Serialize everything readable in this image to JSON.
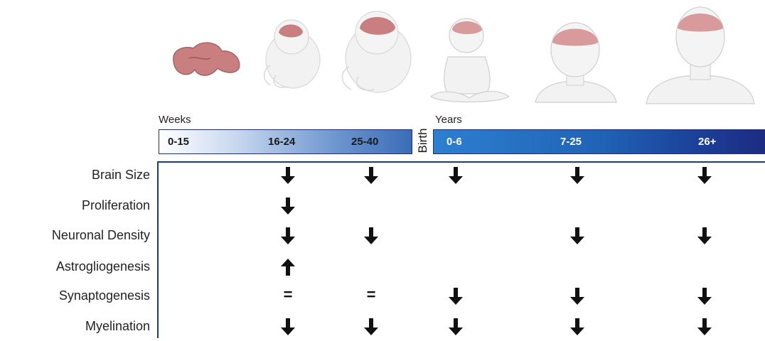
{
  "periods": {
    "weeks": "Weeks",
    "years": "Years"
  },
  "birth_label": "Birth",
  "stages_weeks": [
    "0-15",
    "16-24",
    "25-40"
  ],
  "stages_years": [
    "0-6",
    "7-25",
    "26+"
  ],
  "rows": [
    {
      "label": "Brain Size",
      "marks": [
        "",
        "down",
        "down",
        "down",
        "down",
        "down"
      ]
    },
    {
      "label": "Proliferation",
      "marks": [
        "",
        "down",
        "",
        "",
        "",
        ""
      ]
    },
    {
      "label": "Neuronal Density",
      "marks": [
        "",
        "down",
        "down",
        "",
        "down",
        "down"
      ]
    },
    {
      "label": "Astrogliogenesis",
      "marks": [
        "",
        "up",
        "",
        "",
        "",
        ""
      ]
    },
    {
      "label": "Synaptogenesis",
      "marks": [
        "",
        "equal",
        "equal",
        "down",
        "down",
        "down"
      ]
    },
    {
      "label": "Myelination",
      "marks": [
        "",
        "down",
        "down",
        "down",
        "down",
        "down"
      ]
    }
  ],
  "colors": {
    "bar_dark": "#1d2a80",
    "line": "#1c3a8a",
    "brain": "#c97f7f",
    "skin": "#efefef"
  },
  "icons": [
    "embryo-brain-icon",
    "fetus-16-24-icon",
    "fetus-25-40-icon",
    "infant-icon",
    "child-head-icon",
    "adult-head-icon"
  ]
}
